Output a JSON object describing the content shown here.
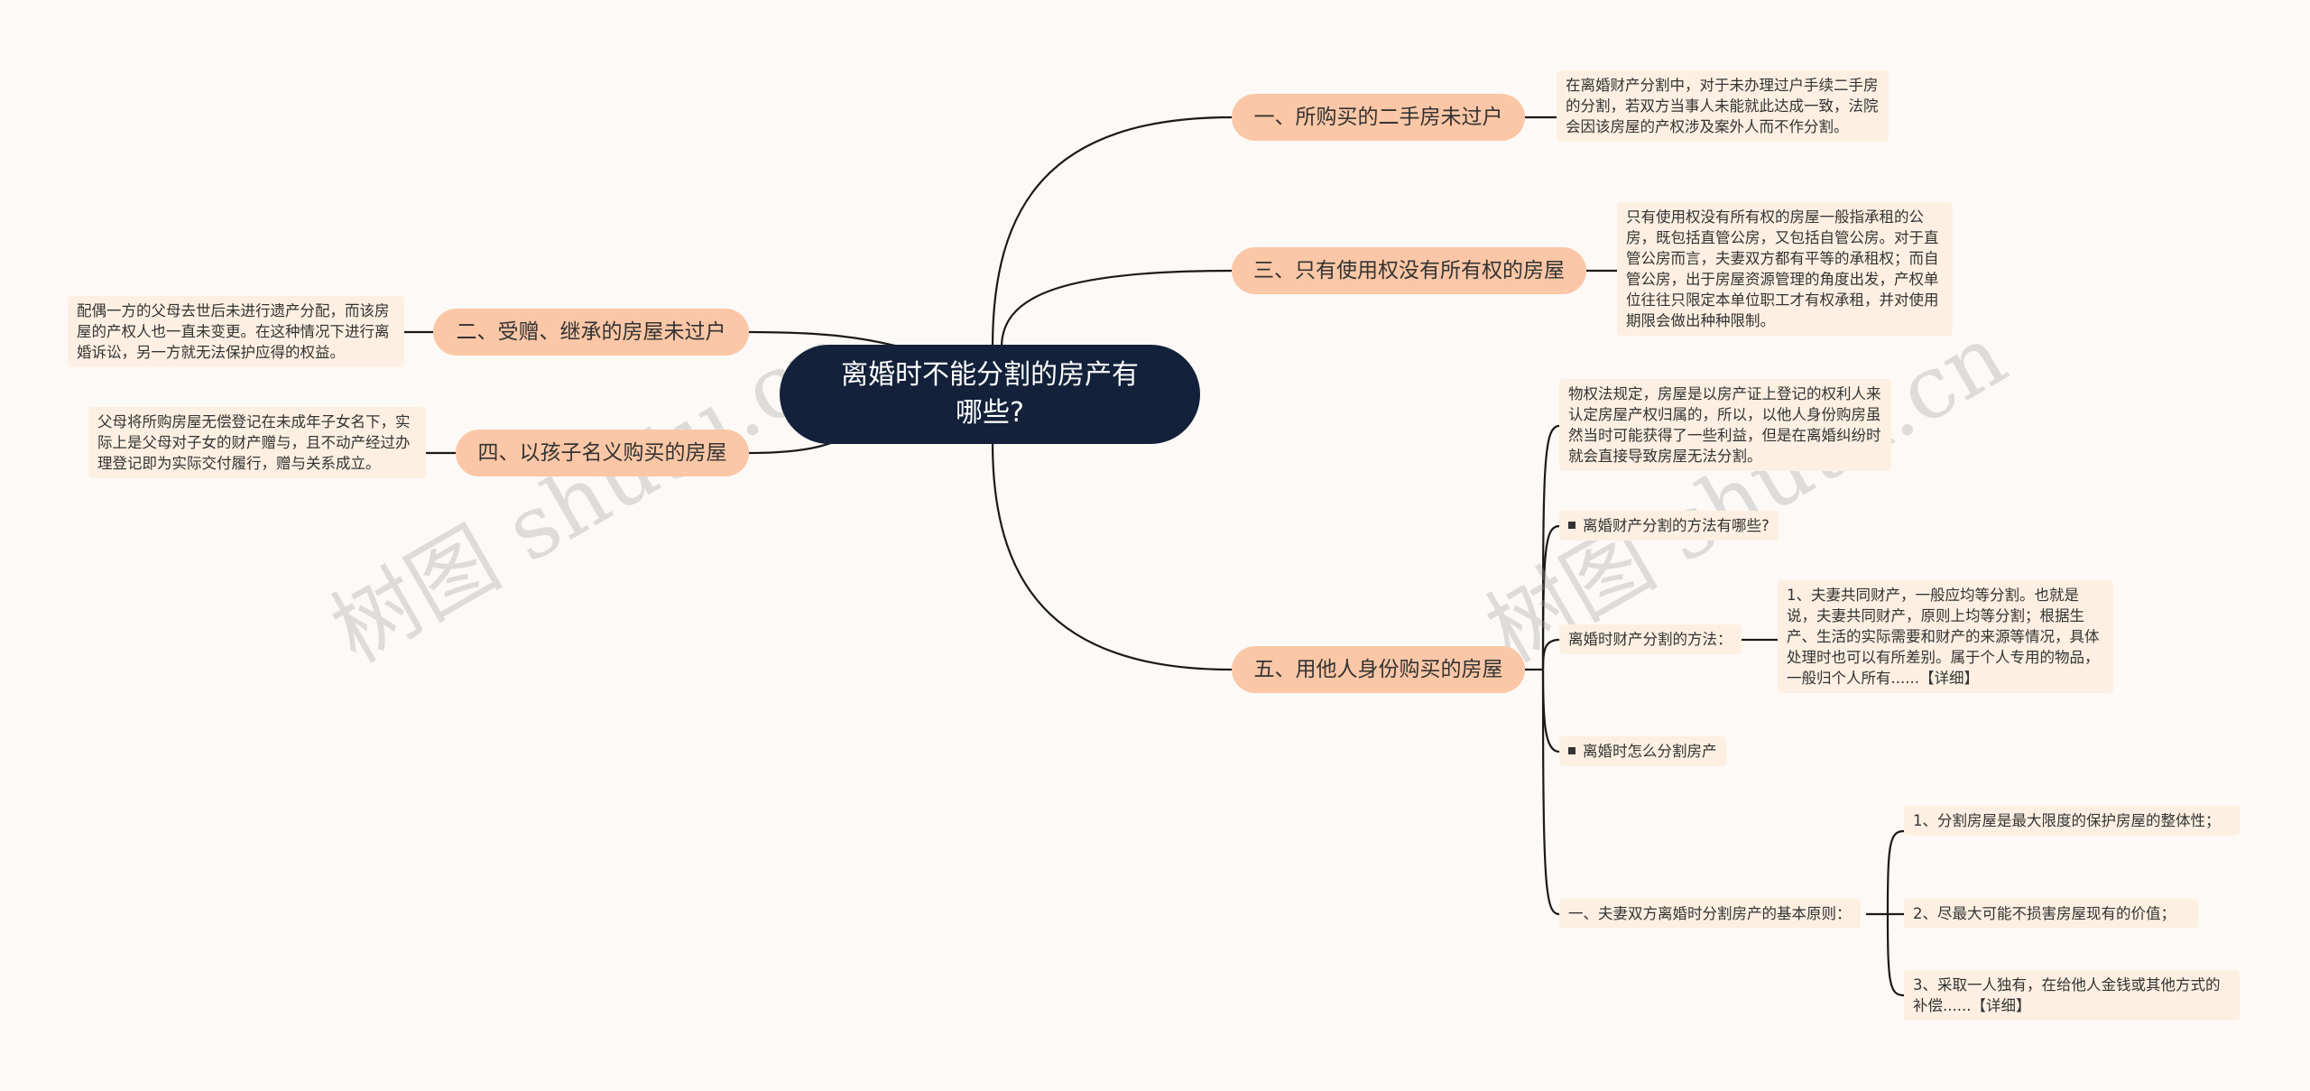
{
  "root": {
    "title": "离婚时不能分割的房产有哪些?"
  },
  "branches": {
    "b1": {
      "label": "一、所购买的二手房未过户",
      "detail": "在离婚财产分割中，对于未办理过户手续二手房的分割，若双方当事人未能就此达成一致，法院会因该房屋的产权涉及案外人而不作分割。"
    },
    "b2": {
      "label": "二、受赠、继承的房屋未过户",
      "detail": "配偶一方的父母去世后未进行遗产分配，而该房屋的产权人也一直未变更。在这种情况下进行离婚诉讼，另一方就无法保护应得的权益。"
    },
    "b3": {
      "label": "三、只有使用权没有所有权的房屋",
      "detail": "只有使用权没有所有权的房屋一般指承租的公房，既包括直管公房，又包括自管公房。对于直管公房而言，夫妻双方都有平等的承租权；而自管公房，出于房屋资源管理的角度出发，产权单位往往只限定本单位职工才有权承租，并对使用期限会做出种种限制。"
    },
    "b4": {
      "label": "四、以孩子名义购买的房屋",
      "detail": "父母将所购房屋无偿登记在未成年子女名下，实际上是父母对子女的财产赠与，且不动产经过办理登记即为实际交付履行，赠与关系成立。"
    },
    "b5": {
      "label": "五、用他人身份购买的房屋",
      "detail": "物权法规定，房屋是以房产证上登记的权利人来认定房屋产权归属的，所以，以他人身份购房虽然当时可能获得了一些利益，但是在离婚纠纷时就会直接导致房屋无法分割。",
      "q1": "离婚财产分割的方法有哪些?",
      "method_label": "离婚时财产分割的方法：",
      "method_detail": "1、夫妻共同财产，一般应均等分割。也就是说，夫妻共同财产，原则上均等分割；根据生产、生活的实际需要和财产的来源等情况，具体处理时也可以有所差别。属于个人专用的物品，一般归个人所有......【详细】",
      "q2": "离婚时怎么分割房产",
      "principle_label": "一、夫妻双方离婚时分割房产的基本原则：",
      "principles": [
        "1、分割房屋是最大限度的保护房屋的整体性；",
        "2、尽最大可能不损害房屋现有的价值；",
        "3、采取一人独有，在给他人金钱或其他方式的补偿......【详细】"
      ]
    }
  },
  "watermarks": [
    "树图 shutu.cn",
    "树图 shutu.cn"
  ],
  "colors": {
    "root_bg": "#13213a",
    "branch_bg": "#fbc7a6",
    "leaf_bg": "#fdf0e2",
    "line": "#1a1a1a",
    "page_bg": "#fdf9f6"
  }
}
